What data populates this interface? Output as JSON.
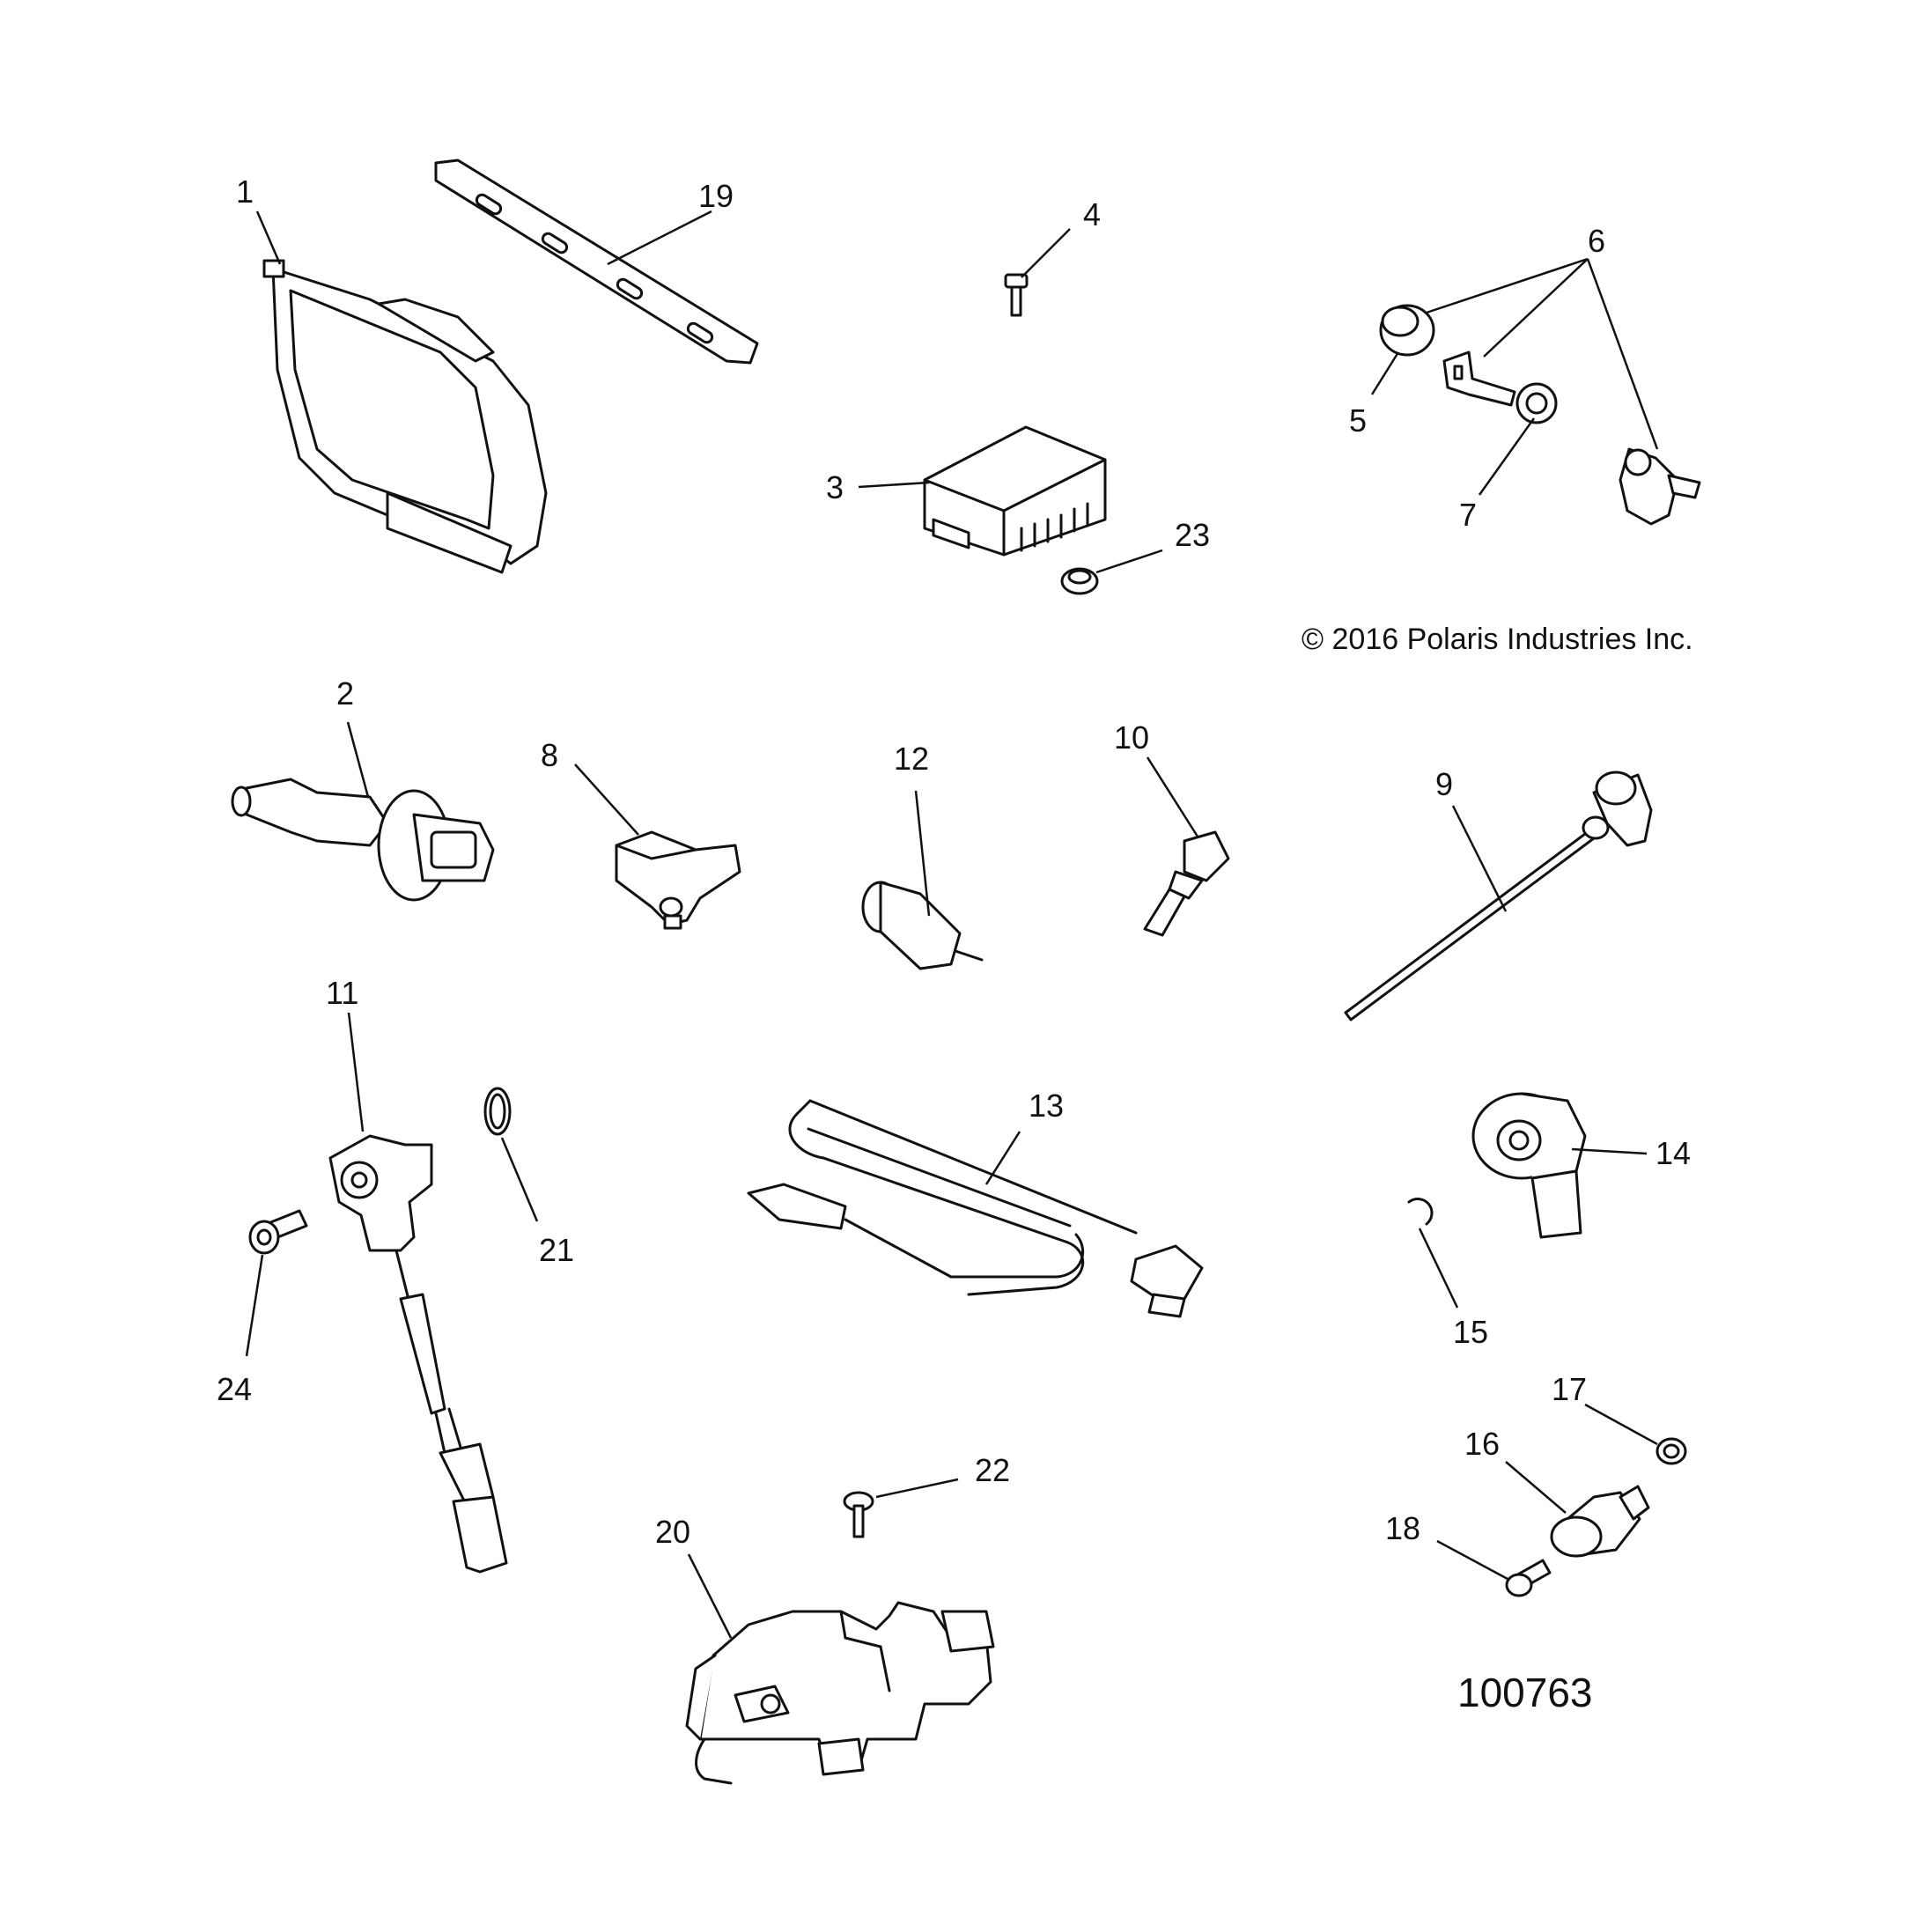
{
  "callouts": [
    "1",
    "2",
    "3",
    "4",
    "5",
    "6",
    "7",
    "8",
    "9",
    "10",
    "11",
    "12",
    "13",
    "14",
    "15",
    "16",
    "17",
    "18",
    "19",
    "20",
    "21",
    "22",
    "23",
    "24"
  ],
  "copyright": "© 2016 Polaris Industries Inc.",
  "figure_id": "100763"
}
